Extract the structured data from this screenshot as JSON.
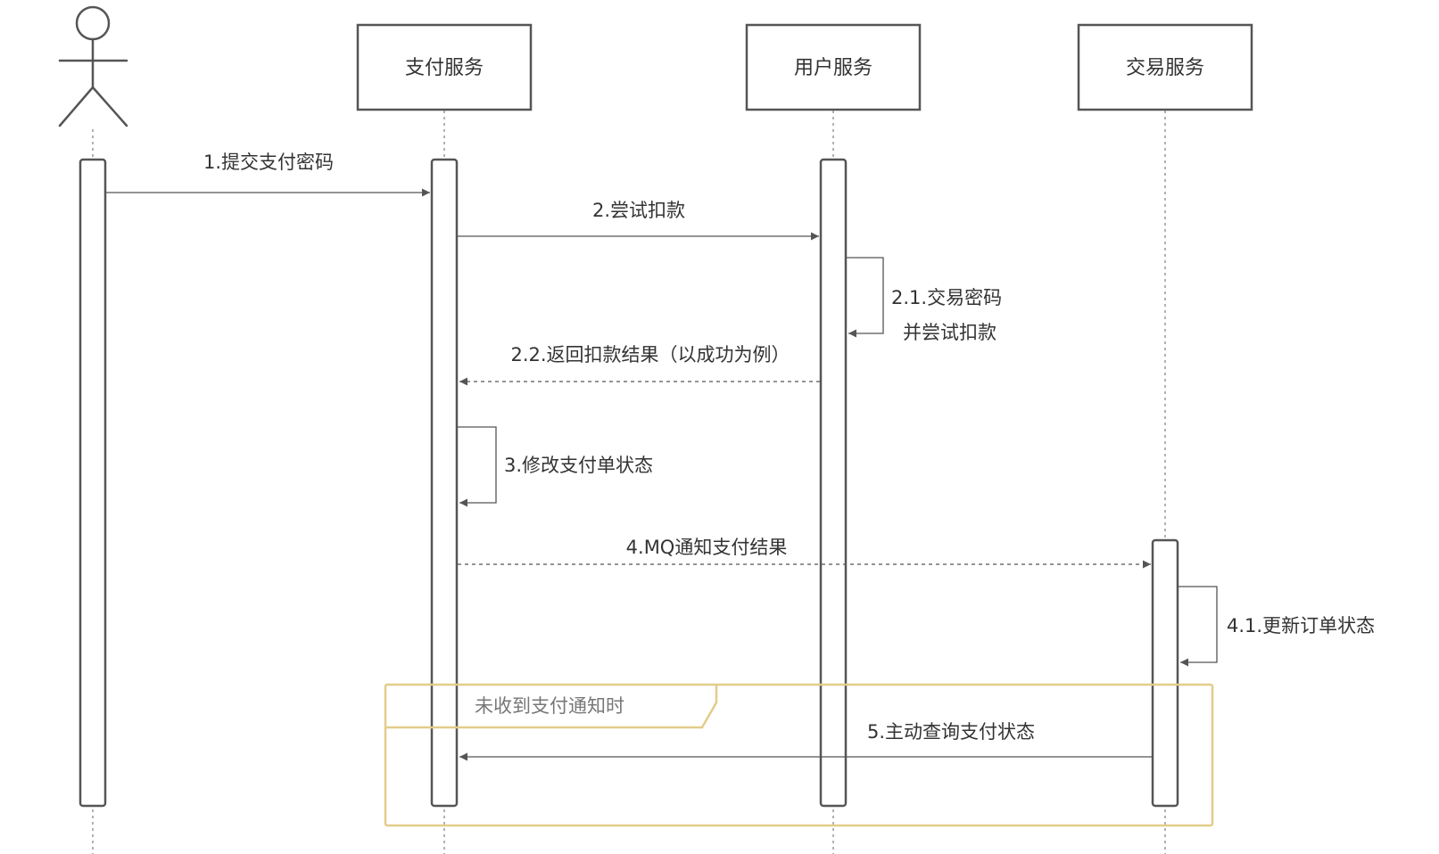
{
  "colors": {
    "line": "#555555",
    "frame": "#e3cc8a",
    "text": "#333333",
    "frame_text": "#777777"
  },
  "participants": [
    {
      "id": "actor",
      "kind": "actor",
      "label": ""
    },
    {
      "id": "payment",
      "kind": "box",
      "label": "支付服务"
    },
    {
      "id": "user",
      "kind": "box",
      "label": "用户服务"
    },
    {
      "id": "trade",
      "kind": "box",
      "label": "交易服务"
    }
  ],
  "messages": [
    {
      "id": "m1",
      "label": "1.提交支付密码",
      "from": "actor",
      "to": "payment",
      "style": "solid"
    },
    {
      "id": "m2",
      "label": "2.尝试扣款",
      "from": "payment",
      "to": "user",
      "style": "solid"
    },
    {
      "id": "m21",
      "label_lines": [
        "2.1.交易密码",
        "并尝试扣款"
      ],
      "from": "user",
      "to": "user",
      "style": "self"
    },
    {
      "id": "m22",
      "label": "2.2.返回扣款结果（以成功为例）",
      "from": "user",
      "to": "payment",
      "style": "dashed"
    },
    {
      "id": "m3",
      "label": "3.修改支付单状态",
      "from": "payment",
      "to": "payment",
      "style": "self"
    },
    {
      "id": "m4",
      "label": "4.MQ通知支付结果",
      "from": "payment",
      "to": "trade",
      "style": "dashed"
    },
    {
      "id": "m41",
      "label": "4.1.更新订单状态",
      "from": "trade",
      "to": "trade",
      "style": "self"
    },
    {
      "id": "m5",
      "label": "5.主动查询支付状态",
      "from": "trade",
      "to": "payment",
      "style": "solid"
    }
  ],
  "fragment": {
    "label": "未收到支付通知时"
  }
}
